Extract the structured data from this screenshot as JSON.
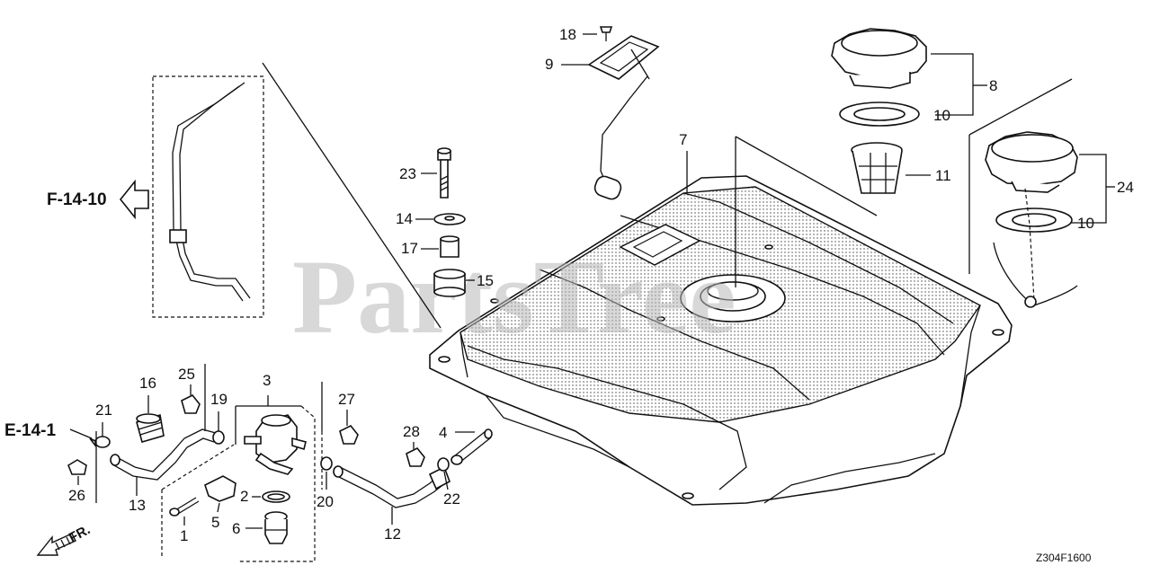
{
  "watermark": "PartsTree",
  "diagram_code": "Z304F1600",
  "references": {
    "f_ref": "F-14-10",
    "e_ref": "E-14-1",
    "front": "FR."
  },
  "labels": {
    "p1": "1",
    "p2": "2",
    "p3": "3",
    "p4": "4",
    "p5": "5",
    "p6": "6",
    "p7": "7",
    "p8": "8",
    "p9": "9",
    "p10a": "10",
    "p10b": "10",
    "p11": "11",
    "p12": "12",
    "p13": "13",
    "p14": "14",
    "p15": "15",
    "p16": "16",
    "p17": "17",
    "p18": "18",
    "p19": "19",
    "p20": "20",
    "p21": "21",
    "p22": "22",
    "p23": "23",
    "p24": "24",
    "p25": "25",
    "p26": "26",
    "p27": "27",
    "p28": "28"
  }
}
